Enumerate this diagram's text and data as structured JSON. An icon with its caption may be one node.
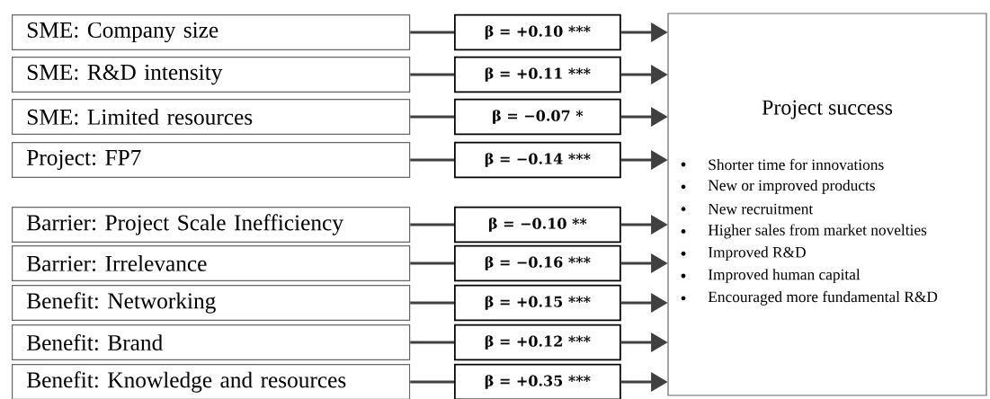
{
  "diagram": {
    "nodes": [
      {
        "text": [
          "SME: Company size"
        ]
      },
      {
        "text": [
          "SME: R&D intensity"
        ]
      },
      {
        "text": [
          "SME: Limited resources"
        ]
      },
      {
        "text": [
          "Project: FP7"
        ]
      },
      {
        "text": [
          "Barrier: Project Scale Inefficiency"
        ]
      },
      {
        "text": [
          "Barrier: Irrelevance"
        ]
      },
      {
        "text": [
          "Benefit: Networking"
        ]
      },
      {
        "text": [
          "Benefit: Brand"
        ]
      },
      {
        "text": [
          "Benefit: Knowledge and resources"
        ]
      },
      {
        "text": [
          "β = +0.10 ***"
        ]
      },
      {
        "text": [
          "β = +0.11 ***"
        ]
      },
      {
        "text": [
          "β = −0.07 *"
        ]
      },
      {
        "text": [
          "β = −0.14 ***"
        ]
      },
      {
        "text": [
          "β = −0.10 **"
        ]
      },
      {
        "text": [
          "β = −0.16 ***"
        ]
      },
      {
        "text": [
          "β = +0.15 ***"
        ]
      },
      {
        "text": [
          "β = +0.12 ***"
        ]
      },
      {
        "text": [
          "β = +0.35 ***"
        ]
      },
      {
        "text": [
          "Project success",
          "Shorter time for innovations",
          "New or improved products",
          "New recruitment",
          "Higher sales from market novelties",
          "Improved R&D",
          "Improved human capital",
          "Encouraged more fundamental R&D"
        ]
      }
    ],
    "edges": [
      {
        "from": 0,
        "to": 9,
        "arrow": "none"
      },
      {
        "from": 1,
        "to": 10,
        "arrow": "none"
      },
      {
        "from": 2,
        "to": 11,
        "arrow": "none"
      },
      {
        "from": 3,
        "to": 12,
        "arrow": "none"
      },
      {
        "from": 4,
        "to": 13,
        "arrow": "none"
      },
      {
        "from": 5,
        "to": 14,
        "arrow": "none"
      },
      {
        "from": 6,
        "to": 15,
        "arrow": "none"
      },
      {
        "from": 7,
        "to": 16,
        "arrow": "none"
      },
      {
        "from": 8,
        "to": 17,
        "arrow": "none"
      },
      {
        "from": 9,
        "to": 18,
        "arrow": "to"
      },
      {
        "from": 10,
        "to": 18,
        "arrow": "to"
      },
      {
        "from": 11,
        "to": 18,
        "arrow": "to"
      },
      {
        "from": 12,
        "to": 18,
        "arrow": "to"
      },
      {
        "from": 13,
        "to": 18,
        "arrow": "to"
      },
      {
        "from": 14,
        "to": 18,
        "arrow": "to"
      },
      {
        "from": 15,
        "to": 18,
        "arrow": "to"
      },
      {
        "from": 16,
        "to": 18,
        "arrow": "to"
      },
      {
        "from": 17,
        "to": 18,
        "arrow": "to"
      }
    ]
  }
}
